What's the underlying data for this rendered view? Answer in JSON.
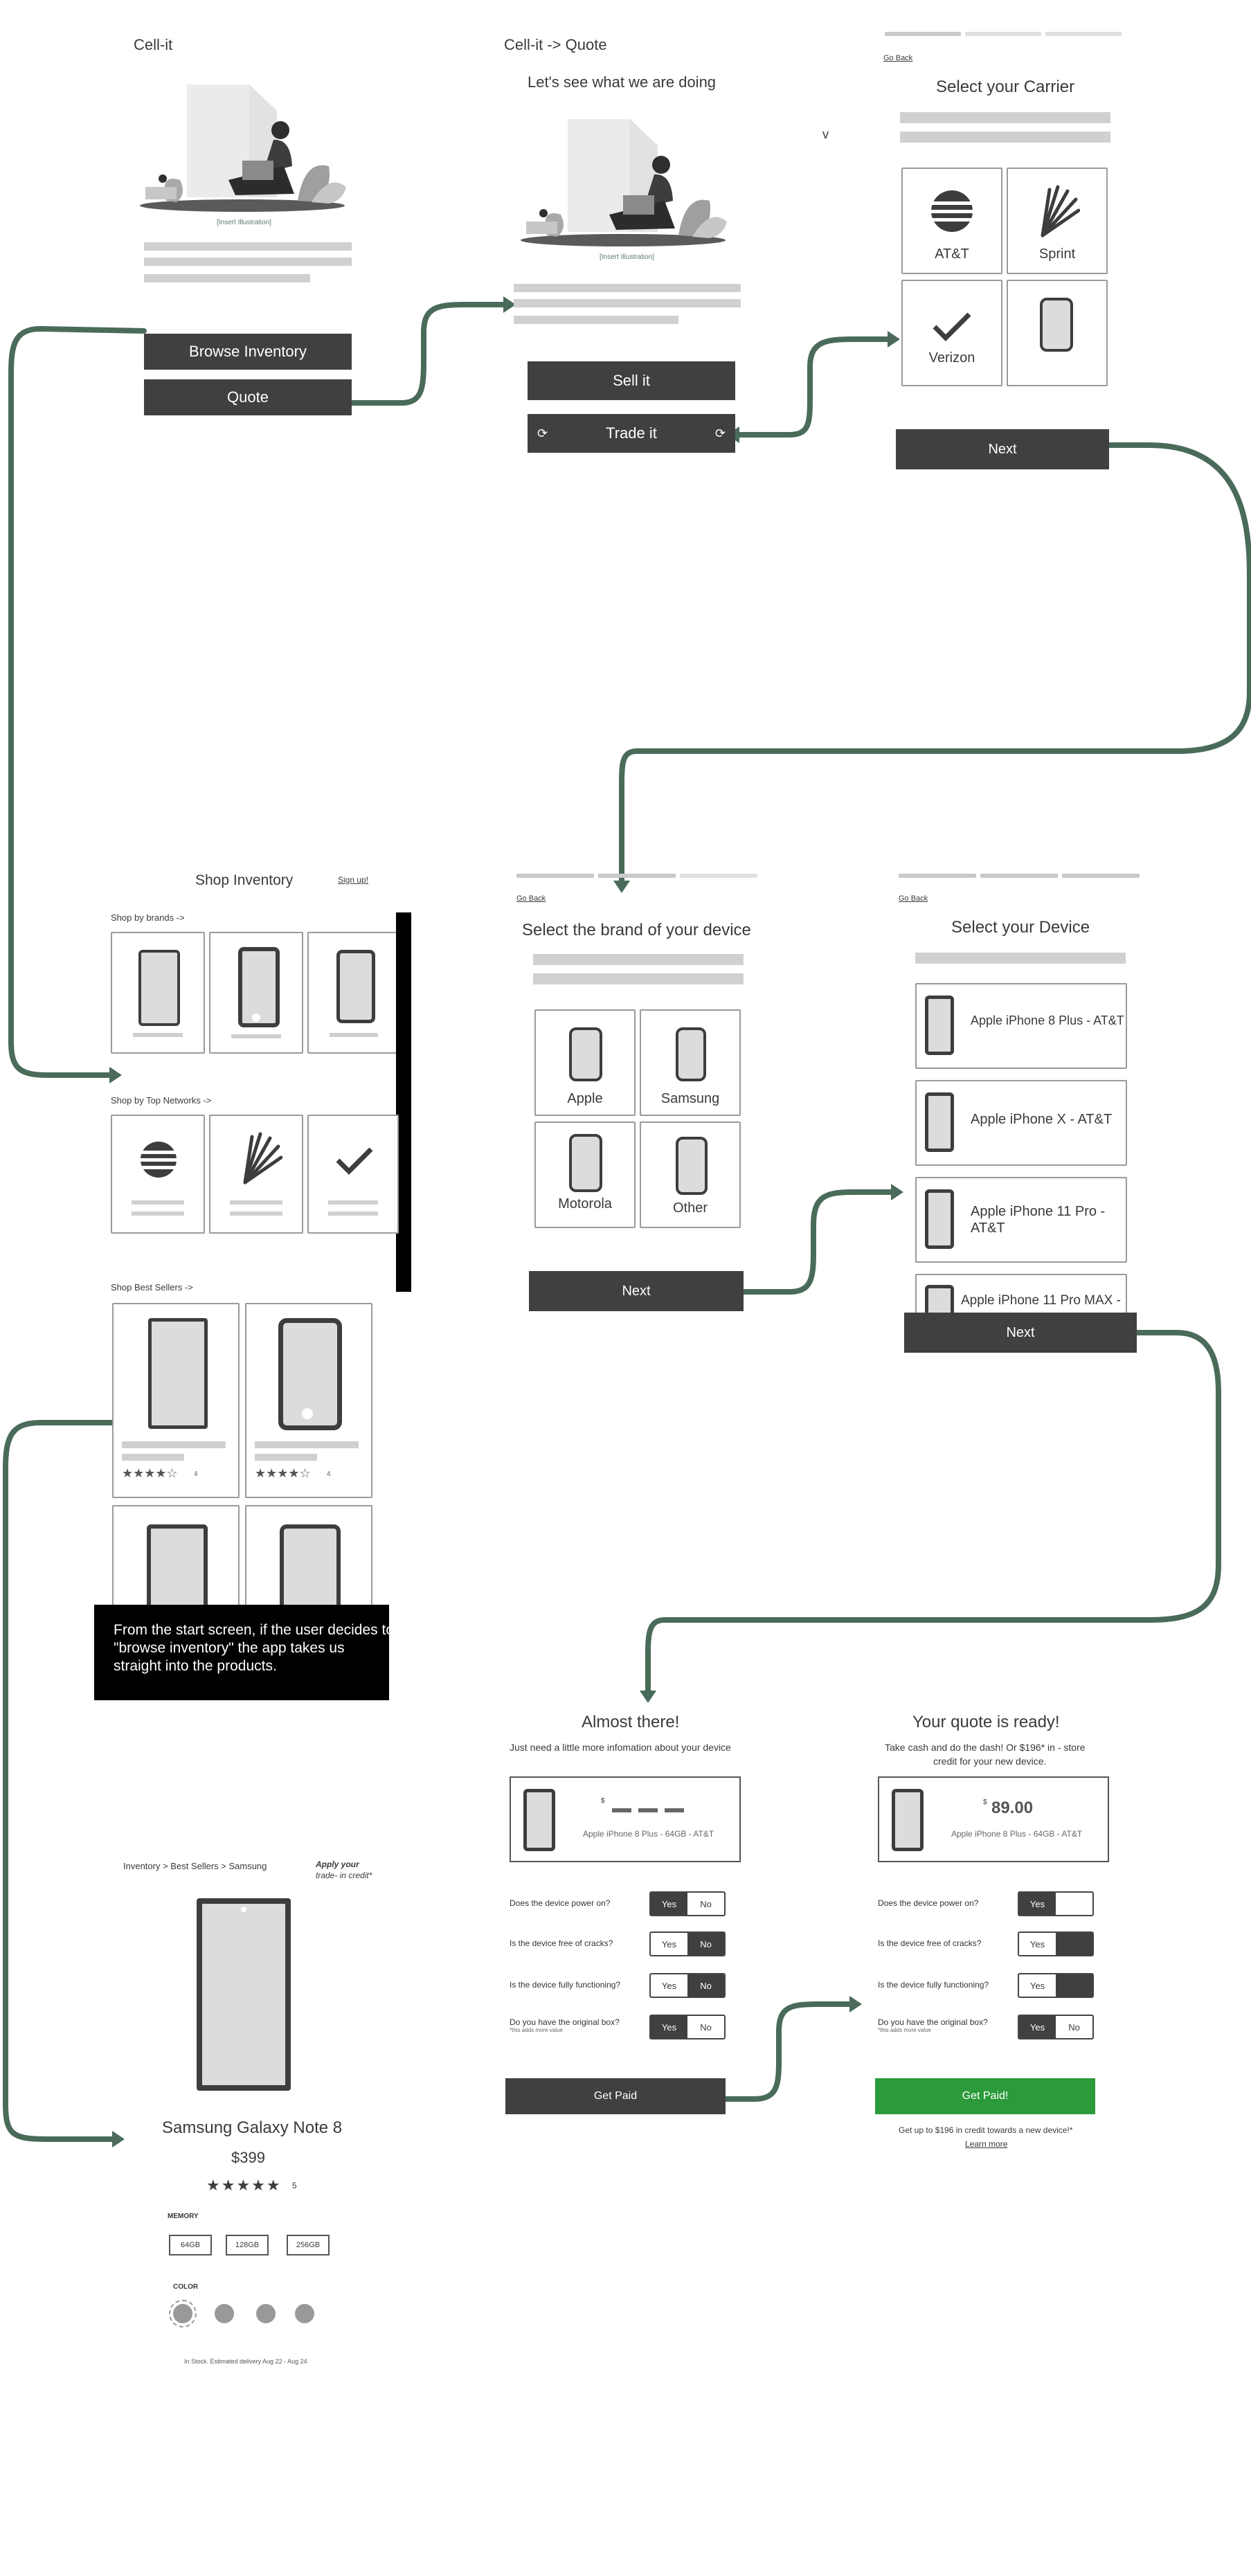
{
  "screen1": {
    "title": "Cell-it",
    "illustration_caption": "[Insert Illustration]",
    "browse_label": "Browse Inventory",
    "quote_label": "Quote"
  },
  "screen2": {
    "title": "Cell-it -> Quote",
    "heading": "Let's see what we are doing",
    "illustration_caption": "[Insert Illustration]",
    "sell_label": "Sell it",
    "trade_label": "Trade it"
  },
  "screen3": {
    "go_back": "Go Back",
    "heading": "Select your Carrier",
    "stray_mark": "v",
    "carriers": [
      "AT&T",
      "Sprint",
      "Verizon",
      ""
    ],
    "next_label": "Next"
  },
  "shop": {
    "title": "Shop Inventory",
    "sign_up": "Sign up!",
    "by_brands": "Shop by brands ->",
    "by_networks": "Shop by Top Networks ->",
    "best_sellers": "Shop Best Sellers ->",
    "rating_count_1": "4",
    "rating_count_2": "4",
    "stars": "★★★★☆",
    "annotation": "From the start screen, if the user decides to \"browse inventory\" the app takes us straight into the products."
  },
  "brand": {
    "go_back": "Go Back",
    "heading": "Select the brand of your device",
    "brands": [
      "Apple",
      "Samsung",
      "Motorola",
      "Other"
    ],
    "next_label": "Next"
  },
  "device": {
    "go_back": "Go Back",
    "heading": "Select your Device",
    "devices": [
      "Apple iPhone 8 Plus - AT&T",
      "Apple iPhone X - AT&T",
      "Apple iPhone 11 Pro - AT&T",
      "Apple iPhone 11 Pro MAX -"
    ],
    "next_label": "Next"
  },
  "almost": {
    "heading": "Almost there!",
    "subheading": "Just need a little more infomation about your device",
    "price_symbol": "$",
    "device_name": "Apple iPhone 8 Plus - 64GB - AT&T",
    "questions": [
      "Does the device power on?",
      "Is the device free of cracks?",
      "Is the device fully functioning?",
      "Do you have the original box?"
    ],
    "box_note": "*this adds more value",
    "yes": "Yes",
    "no": "No",
    "get_paid": "Get Paid"
  },
  "quote": {
    "heading": "Your quote is ready!",
    "subheading_1": "Take cash and do the dash! Or $196* in - store",
    "subheading_2": "credit for your new device.",
    "price_symbol": "$",
    "price": "89.00",
    "device_name": "Apple iPhone 8 Plus - 64GB - AT&T",
    "questions": [
      "Does the device power on?",
      "Is the device free of cracks?",
      "Is the device fully functioning?",
      "Do you have the original box?"
    ],
    "box_note": "*this adds more value",
    "yes": "Yes",
    "no": "No",
    "get_paid": "Get Paid!",
    "credit_note": "Get up to $196 in credit towards a new device!*",
    "learn_more": "Learn more",
    "accent_color": "#2a9a3a"
  },
  "product": {
    "breadcrumb": "Inventory > Best Sellers > Samsung",
    "credit_note_1": "Apply your",
    "credit_note_2": "trade- in credit*",
    "name": "Samsung Galaxy Note 8",
    "price": "$399",
    "stars": "★★★★★",
    "rating_count": "5",
    "memory_label": "MEMORY",
    "memory_options": [
      "64GB",
      "128GB",
      "256GB"
    ],
    "color_label": "COLOR",
    "stock_note": "In Stock. Estimated delivery Aug 22 - Aug 24"
  },
  "colors": {
    "flow_arrow": "#4a6b5a",
    "dark_button": "#404040",
    "placeholder": "#d0d0d0"
  }
}
